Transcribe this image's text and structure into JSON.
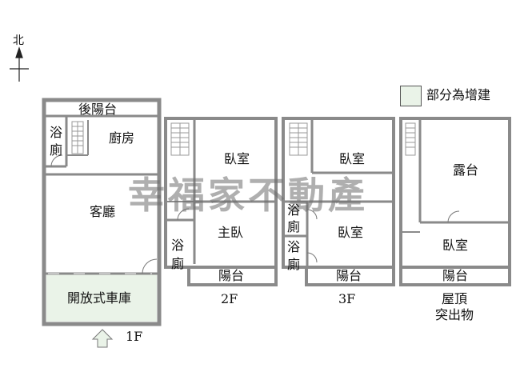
{
  "compass": {
    "label": "北"
  },
  "legend": {
    "label": "部分為增建",
    "fill": "#eaf3e8"
  },
  "watermark": "幸福家不動產",
  "colors": {
    "wall": "#8a8a8a",
    "addition": "#eaf3e8"
  },
  "floors": {
    "f1": {
      "name": "1F",
      "rooms": {
        "rear_balcony": "後陽台",
        "bath_char1": "浴",
        "bath_char2": "廁",
        "kitchen": "廚房",
        "living": "客廳",
        "garage": "開放式車庫"
      },
      "entry_arrow_icon": "up-arrow-icon"
    },
    "f2": {
      "name": "2F",
      "rooms": {
        "bedroom": "臥室",
        "master": "主臥",
        "bath_char1": "浴",
        "bath_char2": "廁",
        "balcony": "陽台"
      }
    },
    "f3": {
      "name": "3F",
      "rooms": {
        "bedroom_top": "臥室",
        "bedroom_bottom": "臥室",
        "bath1_char1": "浴",
        "bath1_char2": "廁",
        "bath2_char1": "浴",
        "bath2_char2": "廁",
        "balcony": "陽台"
      }
    },
    "roof": {
      "name_line1": "屋頂",
      "name_line2": "突出物",
      "rooms": {
        "terrace": "露台",
        "bedroom": "臥室",
        "balcony": "陽台"
      }
    }
  }
}
